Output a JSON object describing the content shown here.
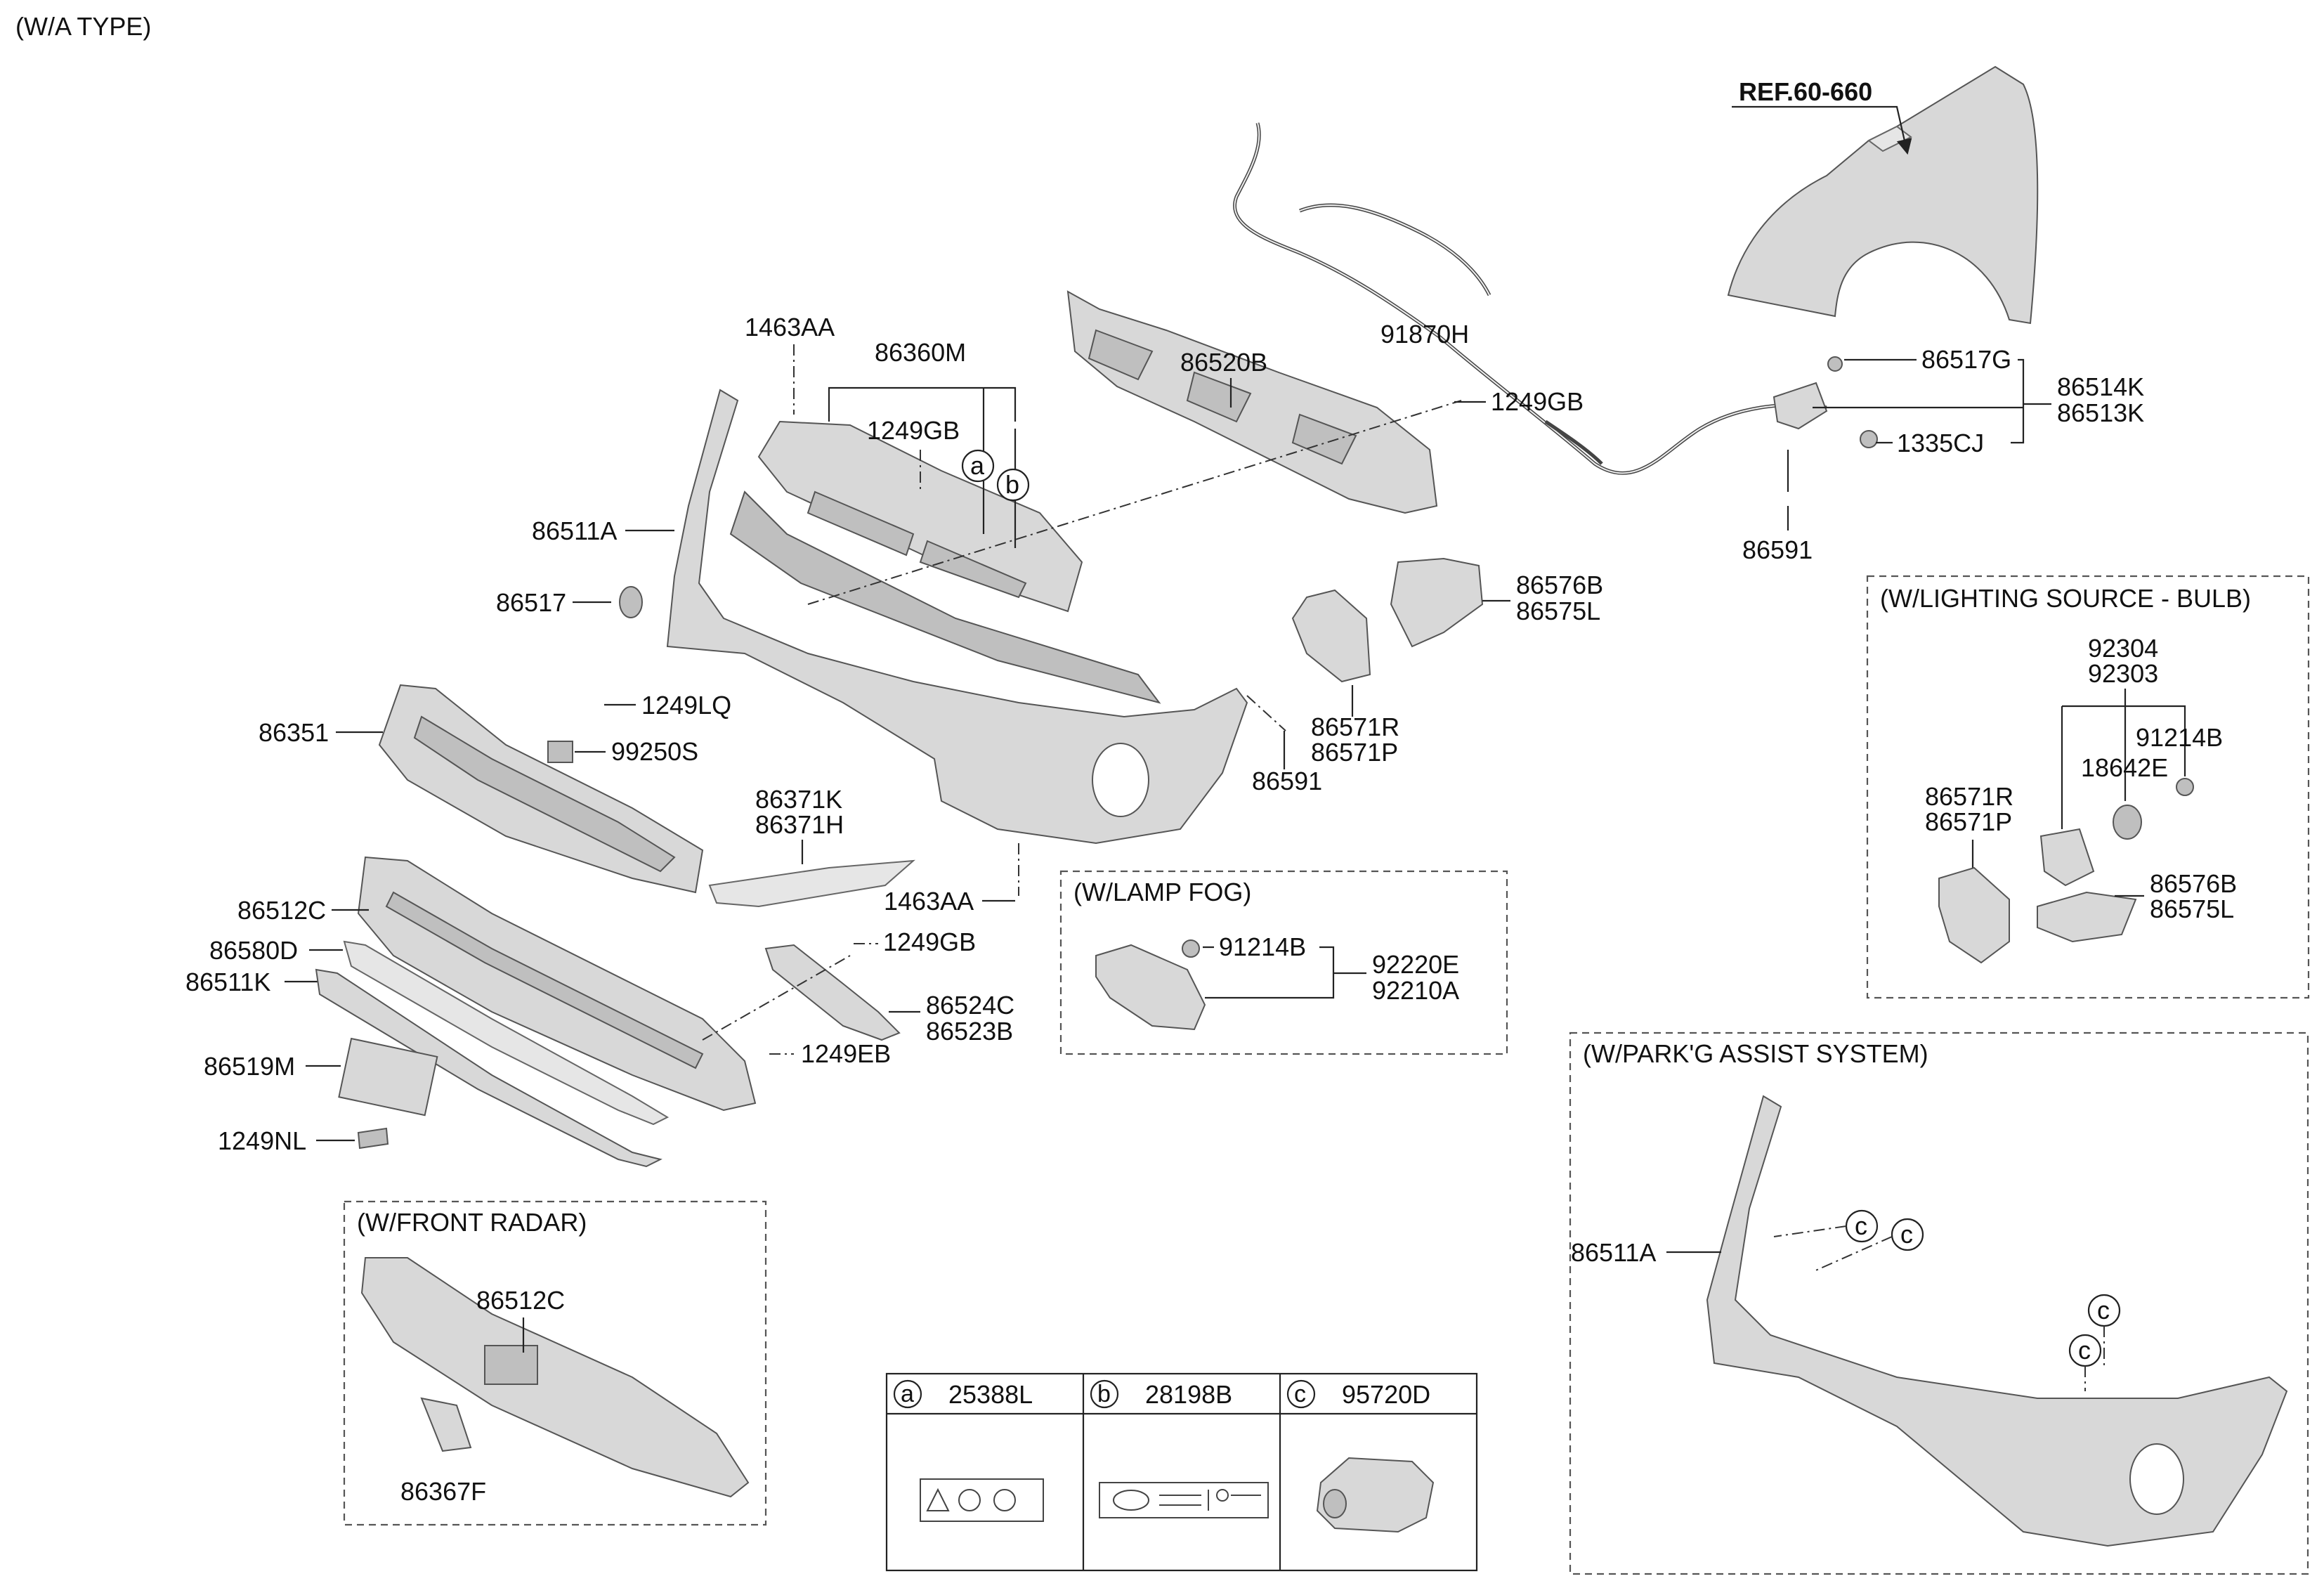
{
  "header": {
    "variant": "(W/A TYPE)"
  },
  "reference": {
    "label": "REF.60-660"
  },
  "parts": {
    "p1463AA_top": "1463AA",
    "p86360M": "86360M",
    "p1249GB_a": "1249GB",
    "callout_a": "a",
    "callout_b": "b",
    "p86511A": "86511A",
    "p86517": "86517",
    "p86520B": "86520B",
    "p91870H": "91870H",
    "p86517G": "86517G",
    "p86514K": "86514K",
    "p86513K": "86513K",
    "p1335CJ": "1335CJ",
    "p86591_right": "86591",
    "p1249GB_b": "1249GB",
    "p86576B": "86576B",
    "p86575L": "86575L",
    "p86351": "86351",
    "p1249LQ": "1249LQ",
    "p99250S": "99250S",
    "p86571R": "86571R",
    "p86571P": "86571P",
    "p86591_mid": "86591",
    "p86371K": "86371K",
    "p86371H": "86371H",
    "p86512C": "86512C",
    "p1463AA_bot": "1463AA",
    "p86580D": "86580D",
    "p1249GB_c": "1249GB",
    "p86511K": "86511K",
    "p86524C": "86524C",
    "p86523B": "86523B",
    "p86519M": "86519M",
    "p1249EB": "1249EB",
    "p1249NL": "1249NL"
  },
  "lamp_fog": {
    "title": "(W/LAMP FOG)",
    "p91214B": "91214B",
    "p92220E": "92220E",
    "p92210A": "92210A"
  },
  "lighting_bulb": {
    "title": "(W/LIGHTING SOURCE - BULB)",
    "p92304": "92304",
    "p92303": "92303",
    "p91214B": "91214B",
    "p18642E": "18642E",
    "p86571R": "86571R",
    "p86571P": "86571P",
    "p86576B": "86576B",
    "p86575L": "86575L"
  },
  "front_radar": {
    "title": "(W/FRONT RADAR)",
    "p86512C": "86512C",
    "p86367F": "86367F"
  },
  "park_assist": {
    "title": "(W/PARK'G ASSIST SYSTEM)",
    "p86511A": "86511A",
    "callout_c": "c"
  },
  "legend": {
    "cells": [
      {
        "letter": "a",
        "part": "25388L"
      },
      {
        "letter": "b",
        "part": "28198B"
      },
      {
        "letter": "c",
        "part": "95720D"
      }
    ]
  }
}
